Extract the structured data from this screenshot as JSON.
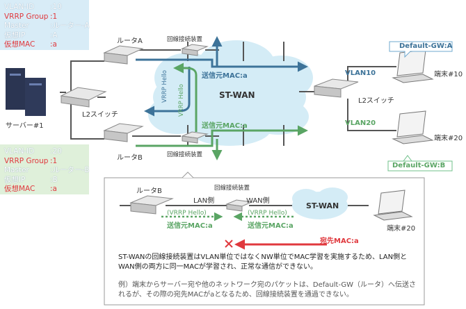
{
  "info_box_a": {
    "rows": [
      {
        "key": "VLAN-ID",
        "val": ":10",
        "color": "#ffffff"
      },
      {
        "key": "VRRP Group",
        "val": ":1",
        "color": "#e0393e"
      },
      {
        "key": "Master",
        "val": ":ルーター-A",
        "color": "#ffffff"
      },
      {
        "key": "仮想IP",
        "val": ":A",
        "color": "#ffffff"
      },
      {
        "key": "仮想MAC",
        "val": ":a",
        "color": "#e0393e"
      }
    ]
  },
  "info_box_b": {
    "rows": [
      {
        "key": "VLAN-ID",
        "val": ":20",
        "color": "#ffffff"
      },
      {
        "key": "VRRP Group",
        "val": ":1",
        "color": "#e0393e"
      },
      {
        "key": "Master",
        "val": ":ルーター-B",
        "color": "#ffffff"
      },
      {
        "key": "仮想IP",
        "val": ":B",
        "color": "#ffffff"
      },
      {
        "key": "仮想MAC",
        "val": ":a",
        "color": "#e0393e"
      }
    ]
  },
  "labels": {
    "router_a": "ルータA",
    "router_b": "ルータB",
    "line_device_top": "回線接続装置",
    "line_device_bottom": "回線接続装置",
    "server": "サーバー#1",
    "l2_left": "L2スイッチ",
    "l2_right": "L2スイッチ",
    "stwan": "ST-WAN",
    "src_mac_top": "送信元MAC:a",
    "src_mac_mid": "送信元MAC:a",
    "vrrp_hello_1": "VRRP Hello",
    "vrrp_hello_2": "VRRP Hello",
    "vlan10": "VLAN10",
    "vlan20": "VLAN20",
    "terminal10": "端末#10",
    "terminal20": "端末#20",
    "gw_a": "Default-GW:A",
    "gw_b": "Default-GW:B"
  },
  "inset": {
    "router_b": "ルータB",
    "line_device": "回線接続装置",
    "lan_side": "LAN側",
    "wan_side": "WAN側",
    "stwan": "ST-WAN",
    "vrrp_hello_left": "(VRRP Hello)",
    "vrrp_hello_right": "(VRRP Hello)",
    "src_mac_left": "送信元MAC:a",
    "src_mac_right": "送信元MAC:a",
    "dst_mac": "宛先MAC:a",
    "terminal20": "端末#20",
    "note1": "ST-WANの回線接続装置はVLAN単位ではなくNW単位でMAC学習を実施するため、LAN側とWAN側の両方に同一MACが学習され、正常な通信ができない。",
    "note2": "例）端末からサーバー宛や他のネットワーク宛のパケットは、Default-GW（ルータ）へ伝送されるが、その際の宛先MACがaとなるため、回線接続装置を通過できない。"
  },
  "colors": {
    "blue_arrow": "#3d7399",
    "green_arrow": "#5aa564",
    "red_arrow": "#e0393e",
    "box_a_bg": "#d8ecf7",
    "box_b_bg": "#dff0da"
  }
}
